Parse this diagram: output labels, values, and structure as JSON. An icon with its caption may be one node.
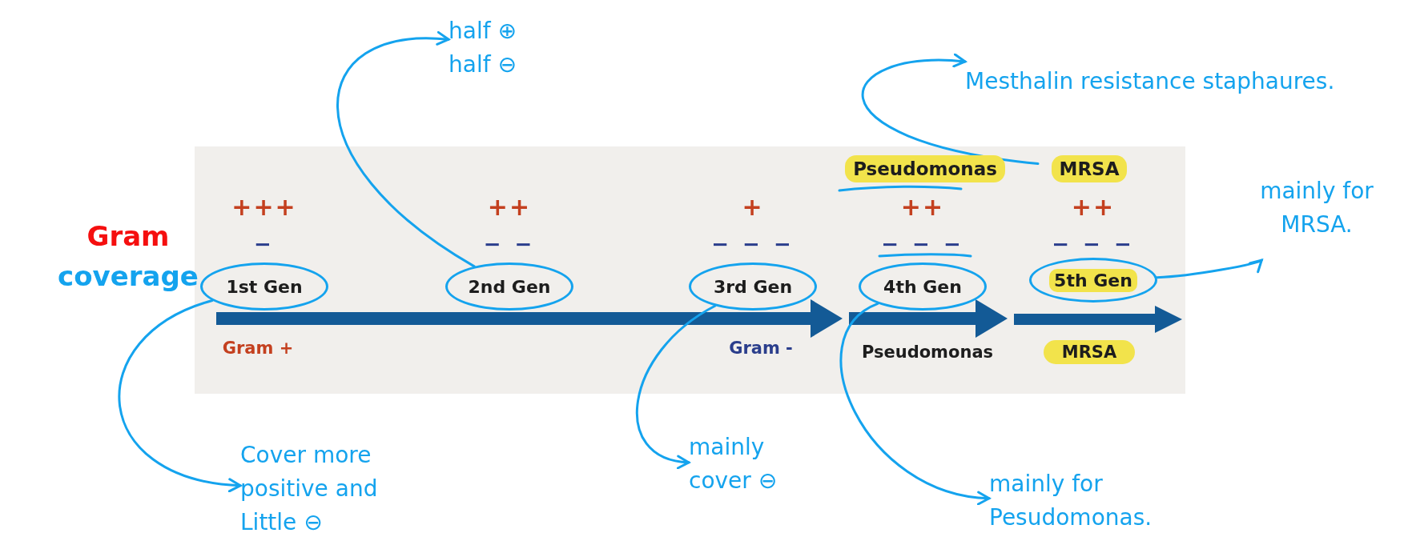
{
  "diagram": {
    "nodes": [
      {
        "text": [
          "half ⊕",
          "half ⊖"
        ]
      },
      {
        "text": [
          "Mesthalin resistance staphaures."
        ]
      },
      {
        "text": [
          "Pseudomonas"
        ]
      },
      {
        "text": [
          "MRSA"
        ]
      },
      {
        "text": [
          "mainly for MRSA."
        ]
      },
      {
        "text": [
          "1st Gen"
        ]
      },
      {
        "text": [
          "2nd Gen"
        ]
      },
      {
        "text": [
          "3rd Gen"
        ]
      },
      {
        "text": [
          "4th Gen"
        ]
      },
      {
        "text": [
          "5th Gen"
        ]
      },
      {
        "text": [
          "Cover more positive and Little ⊖"
        ]
      },
      {
        "text": [
          "mainly cover ⊖"
        ]
      },
      {
        "text": [
          "mainly for Pesudomonas."
        ]
      }
    ],
    "edges": [
      {
        "from": 6,
        "to": 0,
        "arrow": "to"
      },
      {
        "from": 3,
        "to": 1,
        "arrow": "to"
      },
      {
        "from": 9,
        "to": 4,
        "arrow": "to"
      },
      {
        "from": 5,
        "to": 10,
        "arrow": "to"
      },
      {
        "from": 7,
        "to": 11,
        "arrow": "to"
      },
      {
        "from": 8,
        "to": 12,
        "arrow": "to"
      }
    ],
    "labels": [
      "Gram",
      "coverage",
      "+++",
      "++",
      "+",
      "++",
      "++",
      "−",
      "− −",
      "− − −",
      "− − −",
      "− − −",
      "Gram +",
      "Gram -",
      "Pseudomonas",
      "MRSA"
    ]
  }
}
